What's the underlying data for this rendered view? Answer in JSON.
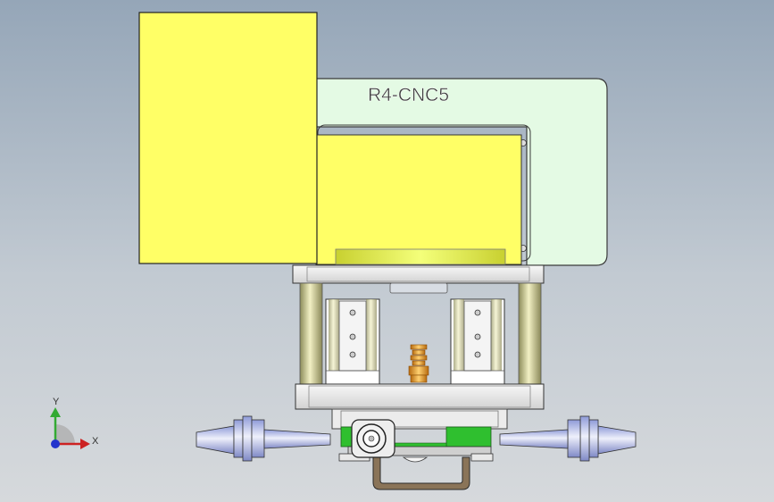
{
  "viewport": {
    "part_label": "R4-CNC5",
    "triad": {
      "y_label": "Y",
      "x_label": "X"
    }
  },
  "colors": {
    "background_top": "#95a6b8",
    "background_bottom": "#d6d9dc",
    "motor_yellow": "#ffff66",
    "housing_mint": "#e4fae4",
    "green_part": "#2fbf2f",
    "brass": "#e8a020"
  }
}
